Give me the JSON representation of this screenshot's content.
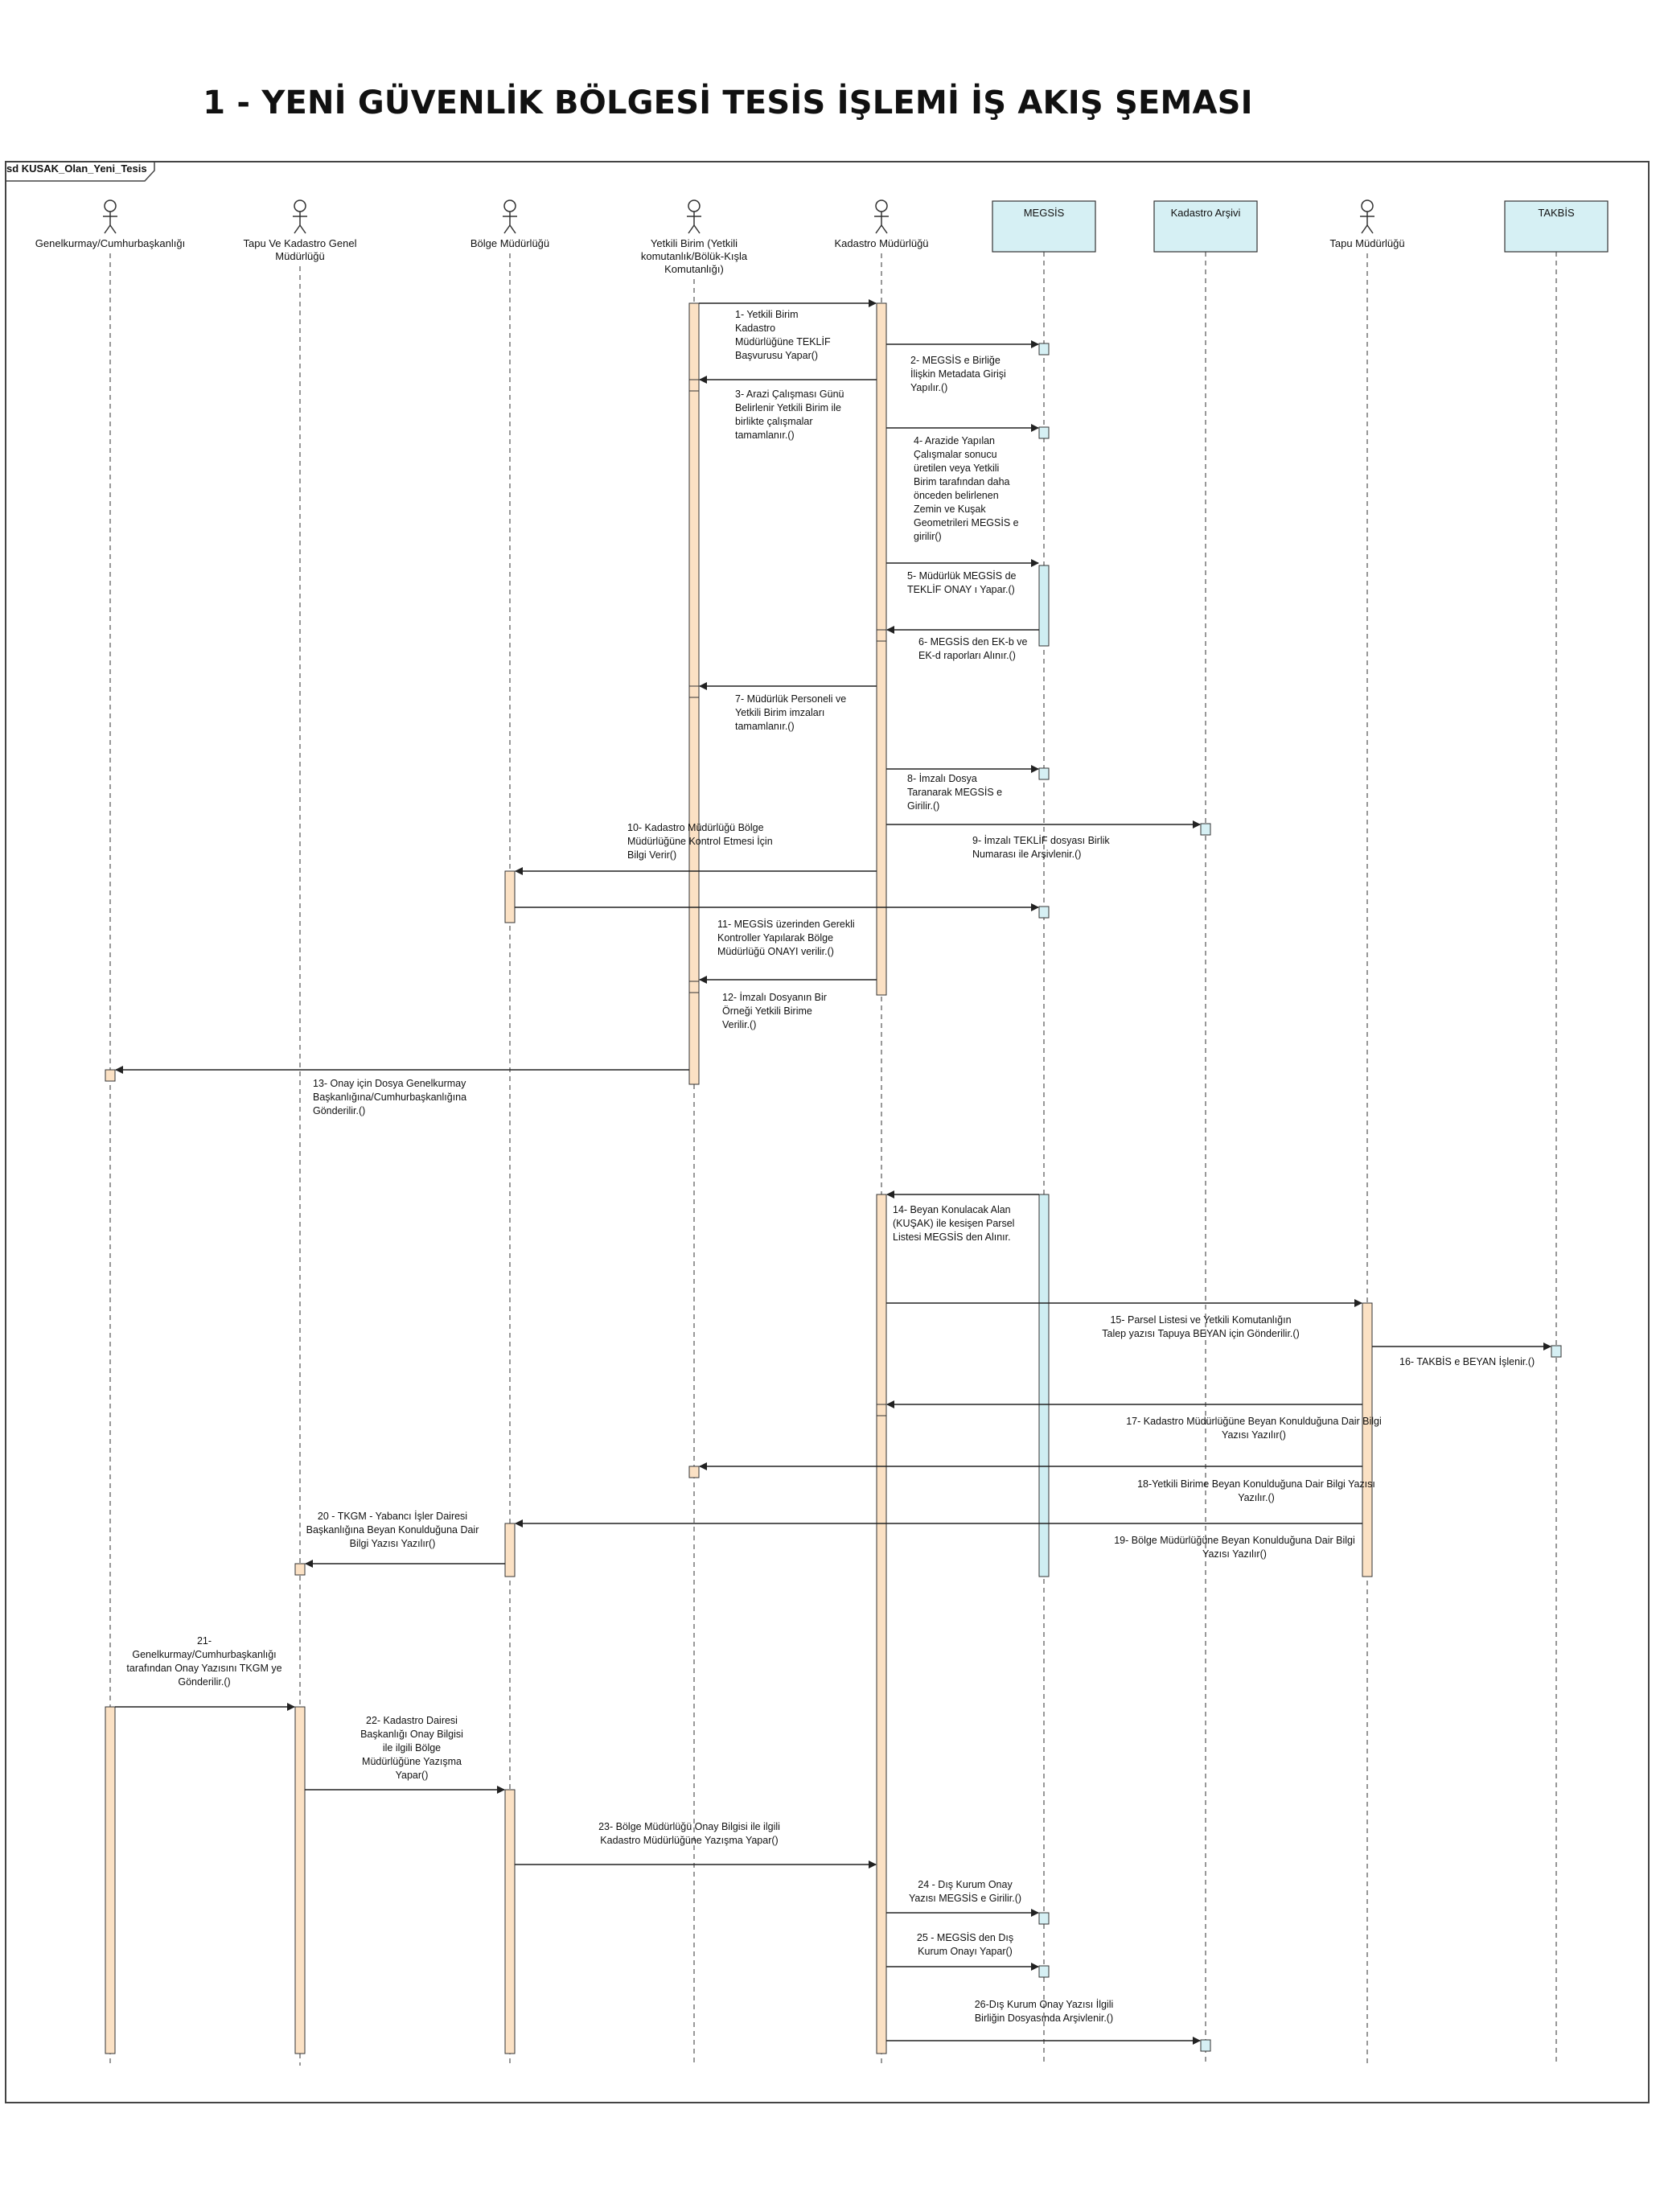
{
  "title": "1 - YENİ GÜVENLİK BÖLGESİ TESİS İŞLEMİ İŞ AKIŞ ŞEMASI",
  "frame_label": "sd KUSAK_Olan_Yeni_Tesis",
  "participants": [
    {
      "id": "gk",
      "kind": "actor",
      "label": [
        "Genelkurmay/Cumhurbaşkanlığı"
      ]
    },
    {
      "id": "tkgm",
      "kind": "actor",
      "label": [
        "Tapu Ve Kadastro Genel",
        "Müdürlüğü"
      ]
    },
    {
      "id": "bm",
      "kind": "actor",
      "label": [
        "Bölge Müdürlüğü"
      ]
    },
    {
      "id": "yb",
      "kind": "actor",
      "label": [
        "Yetkili Birim (Yetkili",
        "komutanlık/Bölük-Kışla",
        "Komutanlığı)"
      ]
    },
    {
      "id": "km",
      "kind": "actor",
      "label": [
        "Kadastro Müdürlüğü"
      ]
    },
    {
      "id": "megsis",
      "kind": "box",
      "label": [
        "MEGSİS"
      ]
    },
    {
      "id": "ka",
      "kind": "box",
      "label": [
        "Kadastro Arşivi"
      ]
    },
    {
      "id": "tm",
      "kind": "actor",
      "label": [
        "Tapu Müdürlüğü"
      ]
    },
    {
      "id": "takbis",
      "kind": "box",
      "label": [
        "TAKBİS"
      ]
    }
  ],
  "messages": [
    {
      "label": [
        "1- Yetkili Birim",
        "Kadastro",
        "Müdürlüğüne TEKLİF",
        "Başvurusu Yapar()"
      ]
    },
    {
      "label": [
        "2- MEGSİS e Birliğe",
        "İlişkin Metadata Girişi",
        "Yapılır.()"
      ]
    },
    {
      "label": [
        "3- Arazi Çalışması Günü",
        "Belirlenir Yetkili Birim ile",
        "birlikte çalışmalar",
        "tamamlanır.()"
      ]
    },
    {
      "label": [
        "4- Arazide Yapılan",
        "Çalışmalar sonucu",
        "üretilen veya Yetkili",
        "Birim tarafından daha",
        "önceden belirlenen",
        "Zemin ve Kuşak",
        "Geometrileri MEGSİS e",
        "girilir()"
      ]
    },
    {
      "label": [
        "5- Müdürlük MEGSİS de",
        "TEKLİF ONAY ı Yapar.()"
      ]
    },
    {
      "label": [
        "6- MEGSİS den EK-b ve",
        "EK-d raporları Alınır.()"
      ]
    },
    {
      "label": [
        "7- Müdürlük Personeli ve",
        "Yetkili Birim imzaları",
        "tamamlanır.()"
      ]
    },
    {
      "label": [
        "8- İmzalı Dosya",
        "Taranarak MEGSİS e",
        "Girilir.()"
      ]
    },
    {
      "label": [
        "9- İmzalı TEKLİF dosyası Birlik",
        "Numarası ile Arşivlenir.()"
      ]
    },
    {
      "label": [
        "10- Kadastro Müdürlüğü Bölge",
        "Müdürlüğüne Kontrol Etmesi İçin",
        "Bilgi Verir()"
      ]
    },
    {
      "label": []
    },
    {
      "label": [
        "11- MEGSİS üzerinden Gerekli",
        "Kontroller Yapılarak Bölge",
        "Müdürlüğü ONAYI verilir.()"
      ]
    },
    {
      "label": [
        "12- İmzalı Dosyanın Bir",
        "Örneği Yetkili Birime",
        "Verilir.()"
      ]
    },
    {
      "label": [
        "13- Onay için Dosya Genelkurmay",
        "Başkanlığına/Cumhurbaşkanlığına",
        "Gönderilir.()"
      ]
    },
    {
      "label": [
        "14- Beyan Konulacak Alan",
        "(KUŞAK) ile kesişen Parsel",
        "Listesi MEGSİS den Alınır."
      ]
    },
    {
      "label": [
        "15- Parsel Listesi ve Yetkili Komutanlığın",
        "Talep yazısı Tapuya BEYAN  için Gönderilir.()"
      ]
    },
    {
      "label": [
        "16- TAKBİS e BEYAN İşlenir.()"
      ]
    },
    {
      "label": [
        "17- Kadastro Müdürlüğüne Beyan Konulduğuna Dair Bilgi",
        "Yazısı Yazılır()"
      ]
    },
    {
      "label": [
        "18-Yetkili Birime Beyan Konulduğuna Dair Bilgi Yazısı",
        "Yazılır.()"
      ]
    },
    {
      "label": [
        "19- Bölge Müdürlüğüne Beyan Konulduğuna Dair Bilgi",
        "Yazısı Yazılır()"
      ]
    },
    {
      "label": [
        "20 - TKGM - Yabancı İşler Dairesi",
        "Başkanlığına Beyan Konulduğuna Dair",
        "Bilgi Yazısı Yazılır()"
      ]
    },
    {
      "label": [
        "21-",
        "Genelkurmay/Cumhurbaşkanlığı",
        "tarafından Onay Yazısını TKGM ye",
        "Gönderilir.()"
      ]
    },
    {
      "label": [
        "22- Kadastro Dairesi",
        "Başkanlığı Onay Bilgisi",
        "ile ilgili Bölge",
        "Müdürlüğüne Yazışma",
        "Yapar()"
      ]
    },
    {
      "label": [
        "23- Bölge Müdürlüğü Onay Bilgisi ile ilgili",
        "Kadastro Müdürlüğüne Yazışma Yapar()"
      ]
    },
    {
      "label": [
        "24 - Dış Kurum Onay",
        "Yazısı MEGSİS e Girilir.()"
      ]
    },
    {
      "label": [
        "25 - MEGSİS den Dış",
        "Kurum Onayı Yapar()"
      ]
    },
    {
      "label": [
        "26-Dış Kurum Onay Yazısı İlgili",
        "Birliğin Dosyasında Arşivlenir.()"
      ]
    }
  ],
  "colors": {
    "activation": "#fbe1c4",
    "activation_system": "#cfeef2",
    "box_fill": "#d6f0f4",
    "line": "#333333"
  }
}
